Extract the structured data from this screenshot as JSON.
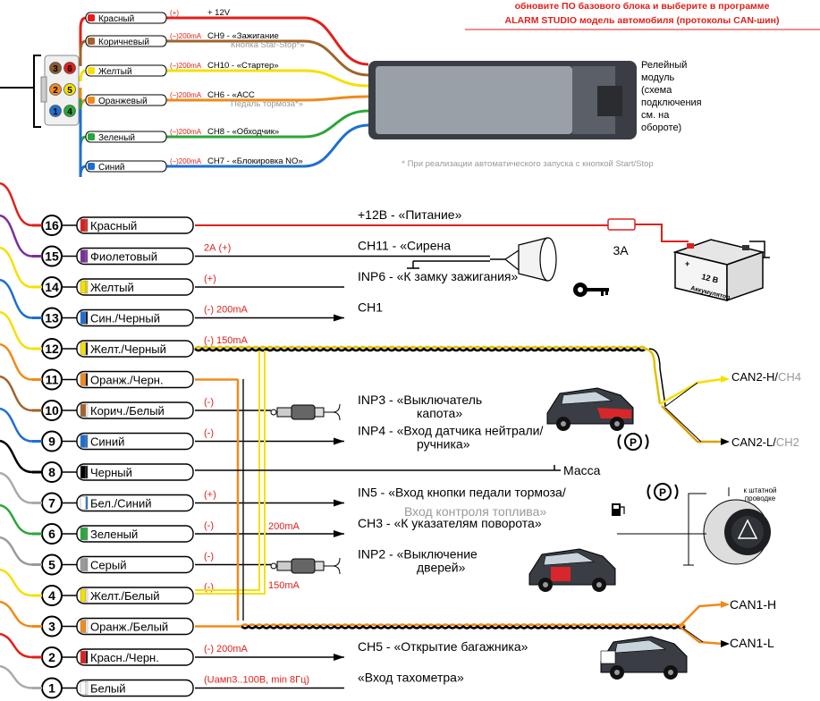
{
  "header_note": {
    "line1": "обновите ПО базового блока и выберите в программе",
    "line2": "ALARM STUDIO модель автомобиля (протоколы CAN-шин)"
  },
  "relay_module": {
    "label_lines": [
      "Релейный",
      "модуль",
      "(схема",
      "подключения",
      "см. на",
      "обороте)"
    ],
    "connector_pins": [
      {
        "num": "3",
        "color": "#8b5a2b"
      },
      {
        "num": "6",
        "color": "#e0201a"
      },
      {
        "num": "2",
        "color": "#f08a1a"
      },
      {
        "num": "5",
        "color": "#f5e000"
      },
      {
        "num": "1",
        "color": "#1e6fd0"
      },
      {
        "num": "4",
        "color": "#2aa63a"
      }
    ],
    "wires": [
      {
        "label": "Красный",
        "color": "#e0201a",
        "rating": "(+)",
        "desc_main": "+ 12V",
        "desc_sub": ""
      },
      {
        "label": "Коричневый",
        "color": "#a0632c",
        "rating": "(–)200mA",
        "desc_main": "CH9 - «Зажигание",
        "desc_sub": "Кнопка Star-Stop*»"
      },
      {
        "label": "Желтый",
        "color": "#f5e000",
        "rating": "(–)200mA",
        "desc_main": "CH10 - «Стартер»",
        "desc_sub": ""
      },
      {
        "label": "Оранжевый",
        "color": "#f08a1a",
        "rating": "(–)200mA",
        "desc_main": "CH6 - «ACC",
        "desc_sub": "Педаль тормоза*»"
      },
      {
        "label": "Зеленый",
        "color": "#2aa63a",
        "rating": "(–)200mA",
        "desc_main": "CH8 - «Обходчик»",
        "desc_sub": ""
      },
      {
        "label": "Синий",
        "color": "#1e6fd0",
        "rating": "(–)200mA",
        "desc_main": "CH7 - «Блокировка NO»",
        "desc_sub": ""
      }
    ],
    "footnote": "* При реализации автоматического запуска с кнопкой Start/Stop"
  },
  "main_wires": [
    {
      "num": "16",
      "label": "Красный",
      "c1": "#e0201a",
      "c2": "#e0201a",
      "rating": "",
      "desc": [
        "+12В - «Питание»"
      ],
      "wire": "#e0201a"
    },
    {
      "num": "15",
      "label": "Фиолетовый",
      "c1": "#7b2f9a",
      "c2": "#7b2f9a",
      "rating": "2А (+)",
      "desc": [
        "CH11 - «Сирена"
      ],
      "wire": "#000000"
    },
    {
      "num": "14",
      "label": "Желтый",
      "c1": "#f5e000",
      "c2": "#f5e000",
      "rating": "(+)",
      "desc": [
        "INP6 - «К замку зажигания»"
      ],
      "wire": "#000000"
    },
    {
      "num": "13",
      "label": "Син./Черный",
      "c1": "#1e6fd0",
      "c2": "#000000",
      "rating": "(-) 200mA",
      "desc": [
        "CH1"
      ],
      "wire": "#000000"
    },
    {
      "num": "12",
      "label": "Желт./Черный",
      "c1": "#f5e000",
      "c2": "#000000",
      "rating": "(-) 150mA",
      "desc": [],
      "wire": "#e0c000"
    },
    {
      "num": "11",
      "label": "Оранж./Черн.",
      "c1": "#f08a1a",
      "c2": "#000000",
      "rating": "",
      "desc": [],
      "wire": "#f08a1a"
    },
    {
      "num": "10",
      "label": "Корич./Белый",
      "c1": "#a0632c",
      "c2": "#ffffff",
      "rating": "(-)",
      "desc": [
        "INP3 - «Выключатель",
        "капота»"
      ],
      "wire": "#000000"
    },
    {
      "num": "9",
      "label": "Синий",
      "c1": "#1e6fd0",
      "c2": "#1e6fd0",
      "rating": "(-)",
      "desc": [
        "INP4 - «Вход датчика нейтрали/",
        "ручника»"
      ],
      "wire": "#000000"
    },
    {
      "num": "8",
      "label": "Черный",
      "c1": "#000000",
      "c2": "#000000",
      "rating": "",
      "desc": [],
      "wire": "#000000"
    },
    {
      "num": "7",
      "label": "Бел./Синий",
      "c1": "#ffffff",
      "c2": "#1e6fd0",
      "rating": "(+)",
      "desc": [
        "IN5 - «Вход кнопки педали тормоза/"
      ],
      "wire": "#000000"
    },
    {
      "num": "6",
      "label": "Зеленый",
      "c1": "#2aa63a",
      "c2": "#2aa63a",
      "rating": "(-)",
      "desc": [
        "CH3 - «К указателям поворота»"
      ],
      "wire": "#000000"
    },
    {
      "num": "5",
      "label": "Серый",
      "c1": "#9a9a9a",
      "c2": "#9a9a9a",
      "rating": "(-)",
      "desc": [
        "INP2 - «Выключение",
        "дверей»"
      ],
      "wire": "#000000"
    },
    {
      "num": "4",
      "label": "Желт./Белый",
      "c1": "#f5e000",
      "c2": "#ffffff",
      "rating": "(-)",
      "desc": [],
      "wire": "#f5e000"
    },
    {
      "num": "3",
      "label": "Оранж./Белый",
      "c1": "#f08a1a",
      "c2": "#ffffff",
      "rating": "",
      "desc": [],
      "wire": "#f08a1a"
    },
    {
      "num": "2",
      "label": "Красн./Черн.",
      "c1": "#e0201a",
      "c2": "#000000",
      "rating": "(-) 200mA",
      "desc": [
        "CH5 - «Открытие багажника»"
      ],
      "wire": "#000000"
    },
    {
      "num": "1",
      "label": "Белый",
      "c1": "#ffffff",
      "c2": "#ffffff",
      "rating": "(Uамп3..100В, min 8Гц)",
      "desc": [
        "«Вход тахометра»"
      ],
      "wire": "#000000"
    }
  ],
  "extras": {
    "fuse": "3А",
    "battery_value": "12 В",
    "battery_name": "Аккумулятор",
    "massa": "Масса",
    "fuel_input": "Вход контроля топлива»",
    "ma200": "200mA",
    "ma150": "150mA",
    "stock_wiring_1": "к штатной",
    "stock_wiring_2": "проводке",
    "can2h": "CAN2-H/",
    "can2h_ch": "CH4",
    "can2l": "CAN2-L/",
    "can2l_ch": "CH2",
    "can1h": "CAN1-H",
    "can1l": "CAN1-L"
  }
}
